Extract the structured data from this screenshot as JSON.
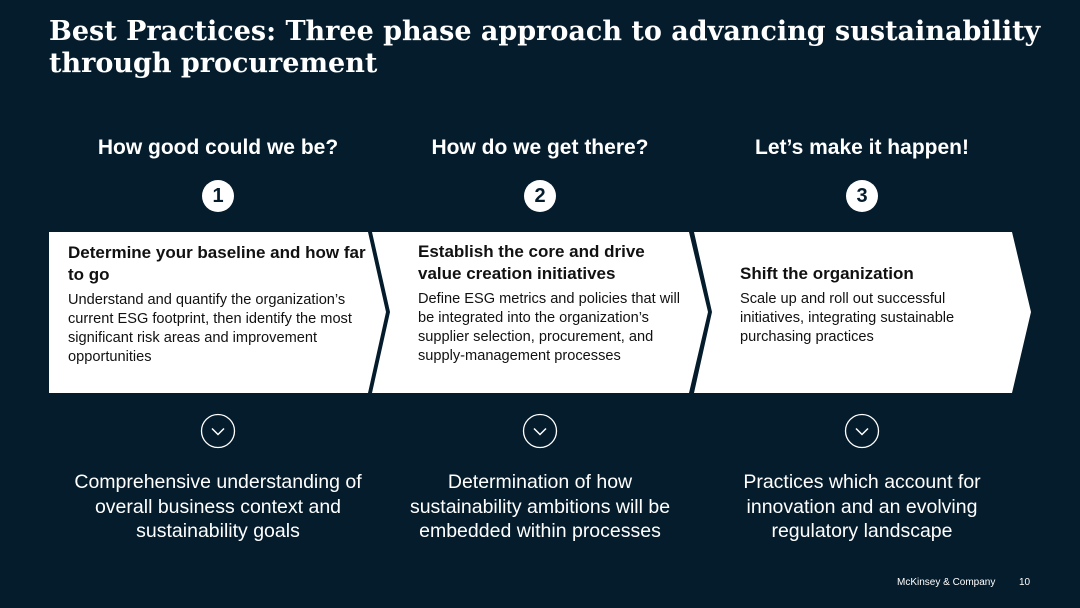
{
  "slide": {
    "title": "Best Practices: Three phase approach to advancing sustainability through procurement"
  },
  "phases": [
    {
      "heading": "How good could we be?",
      "number": "1",
      "card_title": "Determine your baseline and how far to go",
      "card_body": "Understand and quantify the organization’s current ESG footprint, then identify the most significant risk areas and improvement opportunities",
      "outcome": "Comprehensive understanding of overall business context and sustainability goals"
    },
    {
      "heading": "How do we get there?",
      "number": "2",
      "card_title": "Establish the core and drive value creation initiatives",
      "card_body": "Define ESG metrics and policies that will be integrated into the organization’s supplier selection, procurement, and supply-management processes",
      "outcome": "Determination of how sustainability ambitions will be embedded within processes"
    },
    {
      "heading": "Let’s make it happen!",
      "number": "3",
      "card_title": "Shift the organization",
      "card_body": "Scale up and roll out successful initiatives, integrating sustainable purchasing practices",
      "outcome": "Practices which account for innovation and an evolving regulatory landscape"
    }
  ],
  "footer": {
    "brand": "McKinsey & Company",
    "page_number": "10"
  },
  "colors": {
    "background": "#051c2c",
    "card": "#ffffff",
    "text_light": "#ffffff",
    "text_dark": "#111111"
  },
  "icons": {
    "outcome_marker": "chevron-down-circle-icon"
  }
}
